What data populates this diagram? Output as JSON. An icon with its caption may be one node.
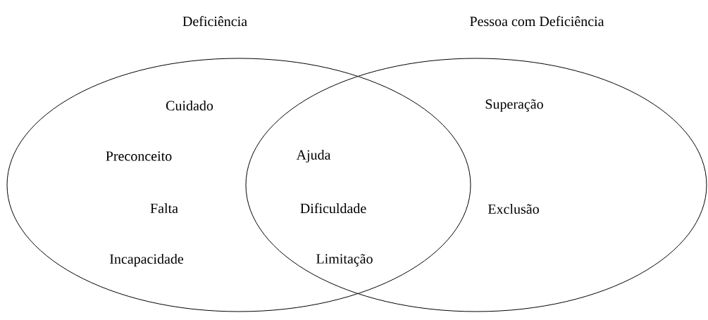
{
  "diagram": {
    "nodes": [
      {
        "text": [
          "Deficiência"
        ]
      },
      {
        "text": [
          "Pessoa com Deficiência"
        ]
      }
    ],
    "labels": [
      "Cuidado",
      "Superação",
      "Preconceito",
      "Ajuda",
      "Falta",
      "Dificuldade",
      "Exclusão",
      "Incapacidade",
      "Limitação"
    ]
  }
}
